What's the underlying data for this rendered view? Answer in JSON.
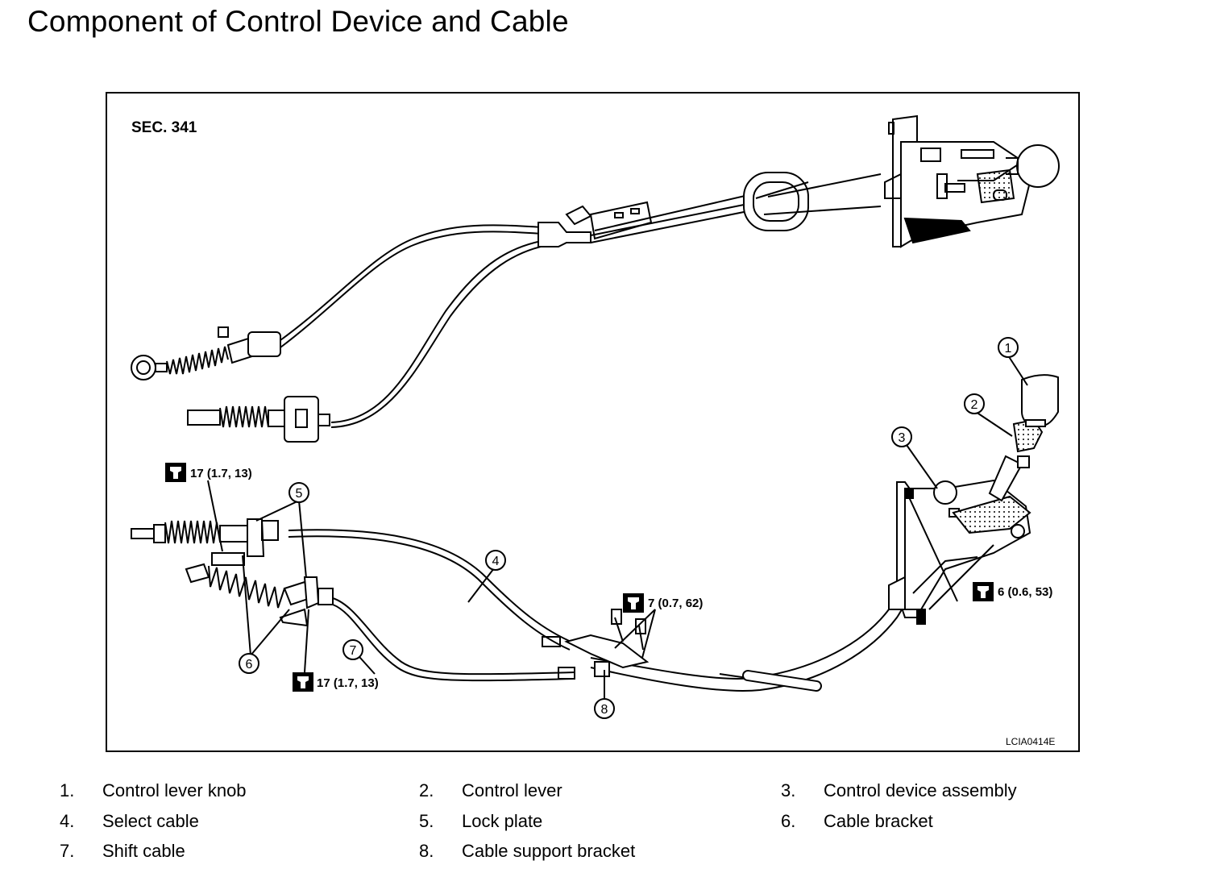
{
  "page_title": "Component of Control Device and Cable",
  "diagram": {
    "section_label": "SEC. 341",
    "figure_code": "LCIA0414E",
    "callouts": [
      "1",
      "2",
      "3",
      "4",
      "5",
      "6",
      "7",
      "8"
    ],
    "torque_specs": {
      "upper_left": "17 (1.7, 13)",
      "lower_left": "17 (1.7, 13)",
      "support_bracket": "7 (0.7, 62)",
      "device_assembly": "6 (0.6, 53)"
    }
  },
  "legend": [
    {
      "num": "1.",
      "label": "Control lever knob"
    },
    {
      "num": "2.",
      "label": "Control lever"
    },
    {
      "num": "3.",
      "label": "Control device assembly"
    },
    {
      "num": "4.",
      "label": "Select cable"
    },
    {
      "num": "5.",
      "label": "Lock plate"
    },
    {
      "num": "6.",
      "label": "Cable bracket"
    },
    {
      "num": "7.",
      "label": "Shift cable"
    },
    {
      "num": "8.",
      "label": "Cable support bracket"
    }
  ]
}
